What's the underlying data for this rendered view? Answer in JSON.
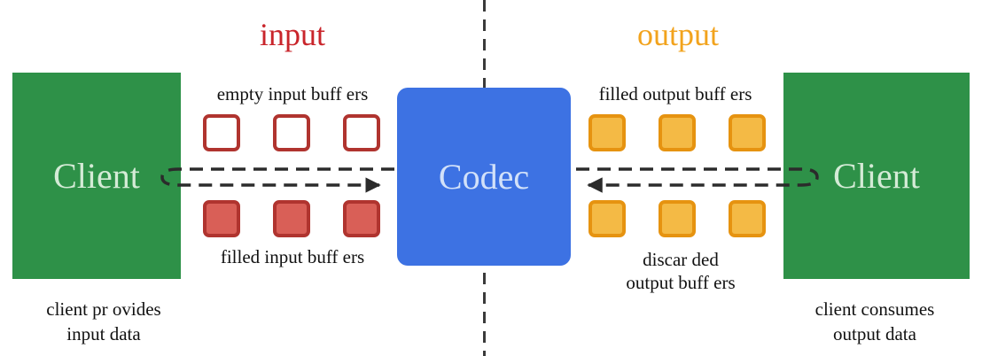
{
  "titles": {
    "input": "input",
    "output": "output"
  },
  "client_left": {
    "label": "Client",
    "caption_line1": "client pr ovides",
    "caption_line2": "input data"
  },
  "codec": {
    "label": "Codec"
  },
  "client_right": {
    "label": "Client",
    "caption_line1": "client consumes",
    "caption_line2": "output data"
  },
  "labels": {
    "empty_input": "empty input buff ers",
    "filled_input": "filled input buff ers",
    "filled_output": "filled output buff ers",
    "discarded_line1": "discar ded",
    "discarded_line2": "output buff ers"
  },
  "buffers": {
    "empty_input_count": 3,
    "filled_input_count": 3,
    "filled_output_count": 3,
    "discarded_output_count": 3
  },
  "colors": {
    "green": "#2e9148",
    "client_text": "#d4ebd6",
    "blue": "#3d72e3",
    "codec_text": "#d2e1f9",
    "input_title": "#c9252b",
    "output_title": "#f2a31d",
    "red_border": "#b0342f",
    "red_fill": "#d95f57",
    "orange_border": "#e69310",
    "orange_fill": "#f4ba45",
    "arrow": "#2b2b2b"
  }
}
